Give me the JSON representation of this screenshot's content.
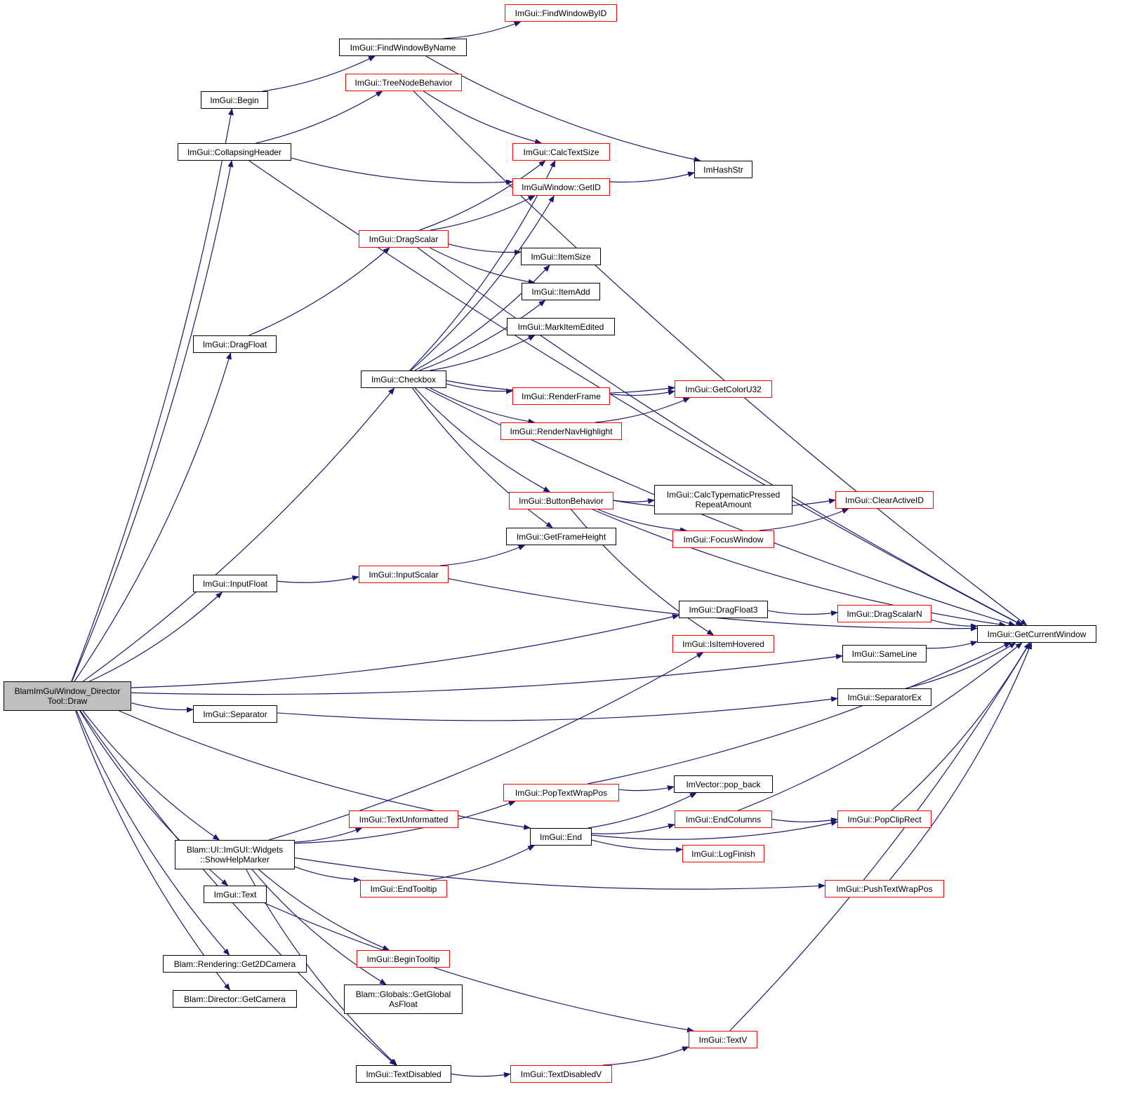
{
  "colors": {
    "edge": "#191970",
    "node_border": "#000000",
    "incomplete_border": "#ff0000",
    "root_fill": "#bfbfbf"
  },
  "root": "BlamImGuiWindow_Director\nTool::Draw",
  "nodes": {
    "find_window_by_id": "ImGui::FindWindowByID",
    "find_window_by_name": "ImGui::FindWindowByName",
    "begin": "ImGui::Begin",
    "tree_node_behavior": "ImGui::TreeNodeBehavior",
    "collapsing_header": "ImGui::CollapsingHeader",
    "calc_text_size": "ImGui::CalcTextSize",
    "im_hash_str": "ImHashStr",
    "get_id": "ImGuiWindow::GetID",
    "drag_scalar": "ImGui::DragScalar",
    "item_size": "ImGui::ItemSize",
    "item_add": "ImGui::ItemAdd",
    "mark_item_edited": "ImGui::MarkItemEdited",
    "drag_float": "ImGui::DragFloat",
    "checkbox": "ImGui::Checkbox",
    "render_frame": "ImGui::RenderFrame",
    "get_color_u32": "ImGui::GetColorU32",
    "render_nav_highlight": "ImGui::RenderNavHighlight",
    "button_behavior": "ImGui::ButtonBehavior",
    "calc_typematic": "ImGui::CalcTypematicPressed\nRepeatAmount",
    "clear_active_id": "ImGui::ClearActiveID",
    "focus_window": "ImGui::FocusWindow",
    "get_frame_height": "ImGui::GetFrameHeight",
    "input_float": "ImGui::InputFloat",
    "input_scalar": "ImGui::InputScalar",
    "drag_float3": "ImGui::DragFloat3",
    "drag_scalar_n": "ImGui::DragScalarN",
    "get_current_window": "ImGui::GetCurrentWindow",
    "is_item_hovered": "ImGui::IsItemHovered",
    "same_line": "ImGui::SameLine",
    "separator": "ImGui::Separator",
    "separator_ex": "ImGui::SeparatorEx",
    "pop_text_wrap_pos": "ImGui::PopTextWrapPos",
    "vector_pop_back": "ImVector::pop_back",
    "text_unformatted": "ImGui::TextUnformatted",
    "end": "ImGui::End",
    "end_columns": "ImGui::EndColumns",
    "pop_clip_rect": "ImGui::PopClipRect",
    "show_help_marker": "Blam::UI::ImGUI::Widgets\n::ShowHelpMarker",
    "log_finish": "ImGui::LogFinish",
    "end_tooltip": "ImGui::EndTooltip",
    "text": "ImGui::Text",
    "push_text_wrap_pos": "ImGui::PushTextWrapPos",
    "begin_tooltip": "ImGui::BeginTooltip",
    "get_2d_camera": "Blam::Rendering::Get2DCamera",
    "get_global_as_float": "Blam::Globals::GetGlobal\nAsFloat",
    "get_camera": "Blam::Director::GetCamera",
    "text_v": "ImGui::TextV",
    "text_disabled": "ImGui::TextDisabled",
    "text_disabled_v": "ImGui::TextDisabledV"
  },
  "edges": [
    [
      "root",
      "begin"
    ],
    [
      "root",
      "collapsing_header"
    ],
    [
      "root",
      "drag_float"
    ],
    [
      "root",
      "checkbox"
    ],
    [
      "root",
      "input_float"
    ],
    [
      "root",
      "drag_float3"
    ],
    [
      "root",
      "same_line"
    ],
    [
      "root",
      "separator"
    ],
    [
      "root",
      "end"
    ],
    [
      "root",
      "show_help_marker"
    ],
    [
      "root",
      "text"
    ],
    [
      "root",
      "get_2d_camera"
    ],
    [
      "root",
      "get_camera"
    ],
    [
      "root",
      "text_disabled"
    ],
    [
      "begin",
      "find_window_by_name"
    ],
    [
      "find_window_by_name",
      "find_window_by_id"
    ],
    [
      "find_window_by_name",
      "im_hash_str"
    ],
    [
      "collapsing_header",
      "tree_node_behavior"
    ],
    [
      "collapsing_header",
      "get_id"
    ],
    [
      "collapsing_header",
      "get_current_window"
    ],
    [
      "tree_node_behavior",
      "calc_text_size"
    ],
    [
      "tree_node_behavior",
      "get_current_window"
    ],
    [
      "get_id",
      "im_hash_str"
    ],
    [
      "drag_float",
      "drag_scalar"
    ],
    [
      "drag_scalar",
      "calc_text_size"
    ],
    [
      "drag_scalar",
      "get_id"
    ],
    [
      "drag_scalar",
      "item_size"
    ],
    [
      "drag_scalar",
      "item_add"
    ],
    [
      "drag_scalar",
      "get_current_window"
    ],
    [
      "checkbox",
      "calc_text_size"
    ],
    [
      "checkbox",
      "get_id"
    ],
    [
      "checkbox",
      "item_size"
    ],
    [
      "checkbox",
      "item_add"
    ],
    [
      "checkbox",
      "mark_item_edited"
    ],
    [
      "checkbox",
      "get_current_window"
    ],
    [
      "checkbox",
      "render_frame"
    ],
    [
      "checkbox",
      "render_nav_highlight"
    ],
    [
      "checkbox",
      "get_color_u32"
    ],
    [
      "checkbox",
      "button_behavior"
    ],
    [
      "checkbox",
      "get_frame_height"
    ],
    [
      "render_frame",
      "get_color_u32"
    ],
    [
      "render_nav_highlight",
      "get_color_u32"
    ],
    [
      "button_behavior",
      "calc_typematic"
    ],
    [
      "button_behavior",
      "clear_active_id"
    ],
    [
      "button_behavior",
      "focus_window"
    ],
    [
      "button_behavior",
      "get_current_window"
    ],
    [
      "button_behavior",
      "is_item_hovered"
    ],
    [
      "focus_window",
      "clear_active_id"
    ],
    [
      "input_float",
      "input_scalar"
    ],
    [
      "input_scalar",
      "get_frame_height"
    ],
    [
      "input_scalar",
      "get_current_window"
    ],
    [
      "drag_float3",
      "drag_scalar_n"
    ],
    [
      "drag_scalar_n",
      "get_current_window"
    ],
    [
      "same_line",
      "get_current_window"
    ],
    [
      "separator",
      "separator_ex"
    ],
    [
      "separator_ex",
      "get_current_window"
    ],
    [
      "show_help_marker",
      "pop_text_wrap_pos"
    ],
    [
      "show_help_marker",
      "text_unformatted"
    ],
    [
      "show_help_marker",
      "is_item_hovered"
    ],
    [
      "show_help_marker",
      "end_tooltip"
    ],
    [
      "show_help_marker",
      "push_text_wrap_pos"
    ],
    [
      "show_help_marker",
      "begin_tooltip"
    ],
    [
      "show_help_marker",
      "get_global_as_float"
    ],
    [
      "show_help_marker",
      "text_disabled"
    ],
    [
      "pop_text_wrap_pos",
      "vector_pop_back"
    ],
    [
      "pop_text_wrap_pos",
      "get_current_window"
    ],
    [
      "end_tooltip",
      "end"
    ],
    [
      "end",
      "vector_pop_back"
    ],
    [
      "end",
      "end_columns"
    ],
    [
      "end",
      "log_finish"
    ],
    [
      "end",
      "pop_clip_rect"
    ],
    [
      "end_columns",
      "pop_clip_rect"
    ],
    [
      "end_columns",
      "get_current_window"
    ],
    [
      "pop_clip_rect",
      "get_current_window"
    ],
    [
      "push_text_wrap_pos",
      "get_current_window"
    ],
    [
      "text",
      "text_v"
    ],
    [
      "text_v",
      "get_current_window"
    ],
    [
      "text_disabled",
      "text_disabled_v"
    ],
    [
      "text_disabled_v",
      "text_v"
    ]
  ]
}
